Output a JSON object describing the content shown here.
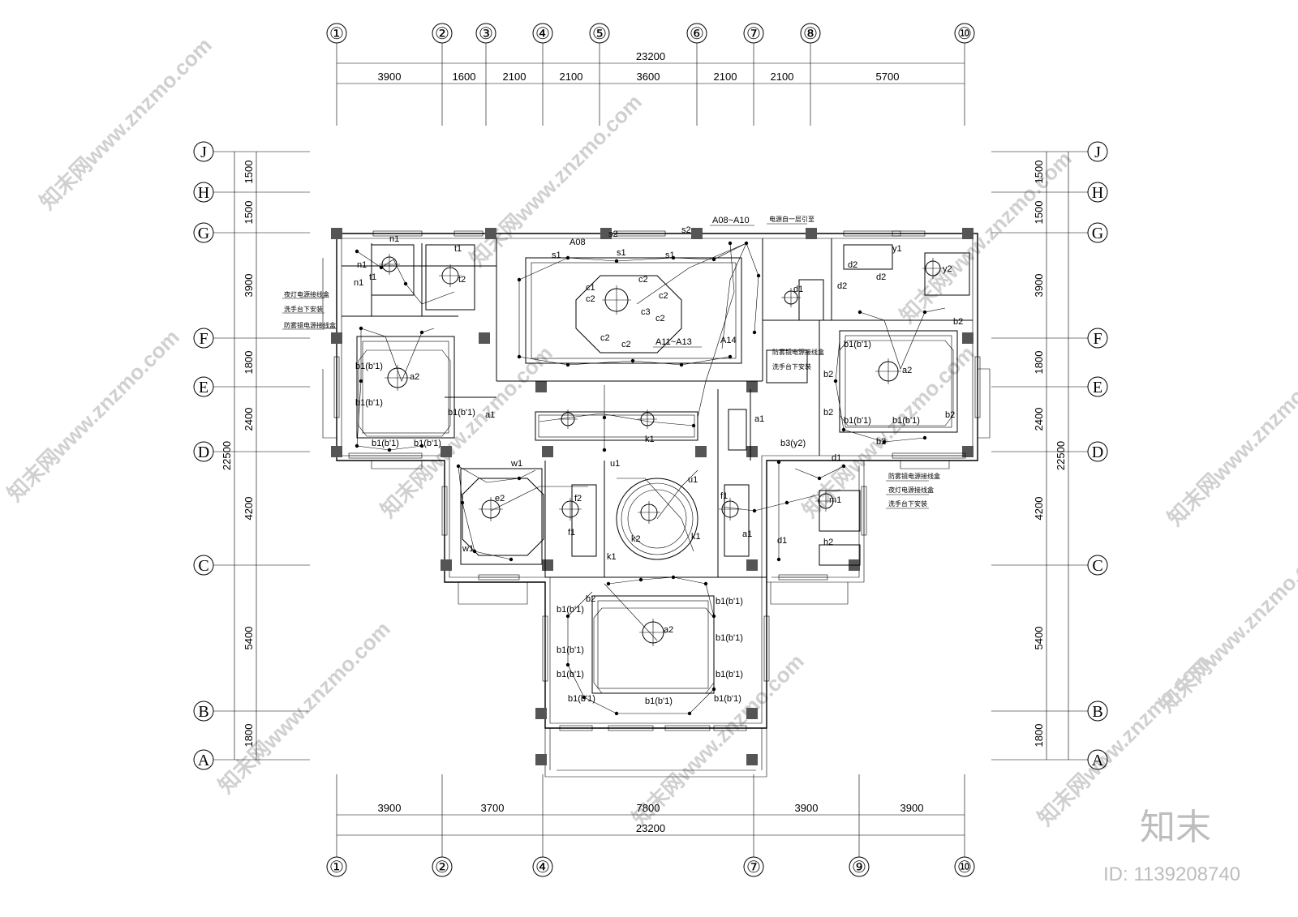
{
  "grid": {
    "top_columns": [
      "①",
      "②",
      "③",
      "④",
      "⑤",
      "⑥",
      "⑦",
      "⑧",
      "⑩"
    ],
    "bottom_columns": [
      "①",
      "②",
      "④",
      "⑦",
      "⑨",
      "⑩"
    ],
    "rows": [
      "J",
      "H",
      "G",
      "F",
      "E",
      "D",
      "C",
      "B",
      "A"
    ]
  },
  "dimensions": {
    "top_total": "23200",
    "top_segments": [
      "3900",
      "1600",
      "2100",
      "2100",
      "3600",
      "2100",
      "2100",
      "5700"
    ],
    "bottom_total": "23200",
    "bottom_segments": [
      "3900",
      "3700",
      "7800",
      "3900",
      "3900"
    ],
    "side_total": "22500",
    "side_segments": [
      "1500",
      "1500",
      "3900",
      "1800",
      "2400",
      "4200",
      "5400",
      "1800"
    ]
  },
  "labels": {
    "circuit_top": "A08~A10",
    "circuit_mid": "A11~A13",
    "circuit_a08": "A08",
    "circuit_a14": "A14",
    "note_left_1": "夜灯电源接线盒",
    "note_left_2": "洗手台下安装",
    "note_left_3": "防雾镜电源接线盒",
    "note_top_right": "电源自一层引至",
    "note_mid_right_1": "防雾镜电源接线盒",
    "note_mid_right_2": "洗手台下安装",
    "note_right_1": "防雾镜电源接线盒",
    "note_right_2": "夜灯电源接线盒",
    "note_right_3": "洗手台下安装"
  },
  "fixture_codes": {
    "b1": "b1(b'1)",
    "a2": "a2",
    "c1": "c1",
    "c2": "c2",
    "c3": "c3",
    "s1": "s1",
    "s2": "s2",
    "t1": "t1",
    "t2": "t2",
    "n1": "n1",
    "d1": "d1",
    "d2": "d2",
    "b2": "b2",
    "y1": "y1",
    "y2": "y2",
    "k1": "k1",
    "k2": "k2",
    "u1": "u1",
    "f1": "f1",
    "f2": "f2",
    "w1": "w1",
    "e2": "e2",
    "m1": "m1",
    "h2": "h2",
    "a1": "a1",
    "b3": "b3(y2)"
  },
  "watermark": {
    "text": "知末网www.znzmo.com",
    "brand": "知末",
    "id": "ID: 1139208740"
  }
}
